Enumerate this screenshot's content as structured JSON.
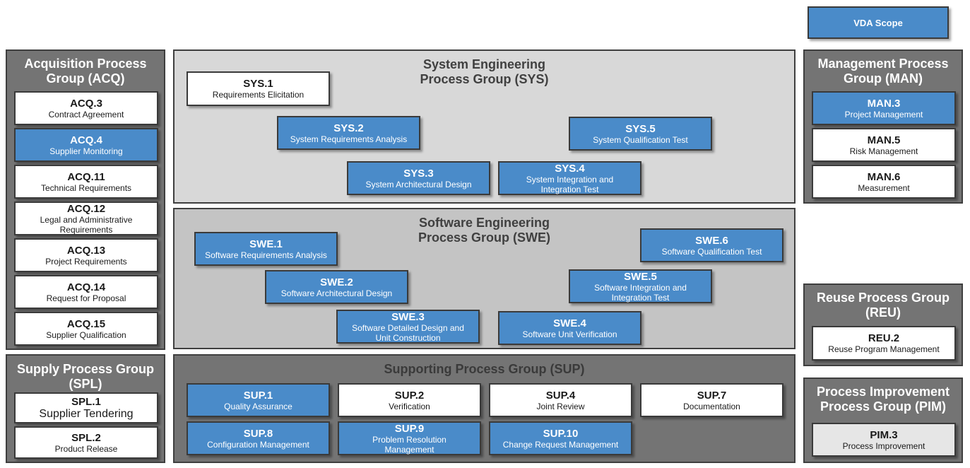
{
  "vda_scope": "VDA Scope",
  "groups": {
    "acq": {
      "title": "Acquisition Process\nGroup (ACQ)",
      "items": [
        {
          "id": "ACQ.3",
          "name": "Contract Agreement",
          "color": "white"
        },
        {
          "id": "ACQ.4",
          "name": "Supplier Monitoring",
          "color": "blue"
        },
        {
          "id": "ACQ.11",
          "name": "Technical Requirements",
          "color": "white"
        },
        {
          "id": "ACQ.12",
          "name": "Legal and Administrative\nRequirements",
          "color": "white"
        },
        {
          "id": "ACQ.13",
          "name": "Project Requirements",
          "color": "white"
        },
        {
          "id": "ACQ.14",
          "name": "Request for Proposal",
          "color": "white"
        },
        {
          "id": "ACQ.15",
          "name": "Supplier Qualification",
          "color": "white"
        }
      ]
    },
    "spl": {
      "title": "Supply Process Group\n(SPL)",
      "items": [
        {
          "id": "SPL.1",
          "name": "Supplier Tendering",
          "color": "white"
        },
        {
          "id": "SPL.2",
          "name": "Product Release",
          "color": "white"
        }
      ]
    },
    "sys": {
      "title": "System Engineering\nProcess Group (SYS)",
      "items": [
        {
          "id": "SYS.1",
          "name": "Requirements Elicitation",
          "color": "white"
        },
        {
          "id": "SYS.2",
          "name": "System Requirements Analysis",
          "color": "blue"
        },
        {
          "id": "SYS.3",
          "name": "System Architectural Design",
          "color": "blue"
        },
        {
          "id": "SYS.4",
          "name": "System Integration and\nIntegration Test",
          "color": "blue"
        },
        {
          "id": "SYS.5",
          "name": "System Qualification Test",
          "color": "blue"
        }
      ]
    },
    "swe": {
      "title": "Software Engineering\nProcess Group (SWE)",
      "items": [
        {
          "id": "SWE.1",
          "name": "Software Requirements Analysis",
          "color": "blue"
        },
        {
          "id": "SWE.2",
          "name": "Software Architectural Design",
          "color": "blue"
        },
        {
          "id": "SWE.3",
          "name": "Software Detailed Design and\nUnit Construction",
          "color": "blue"
        },
        {
          "id": "SWE.4",
          "name": "Software Unit Verification",
          "color": "blue"
        },
        {
          "id": "SWE.5",
          "name": "Software Integration and\nIntegration Test",
          "color": "blue"
        },
        {
          "id": "SWE.6",
          "name": "Software Qualification Test",
          "color": "blue"
        }
      ]
    },
    "sup": {
      "title": "Supporting Process Group (SUP)",
      "items": [
        {
          "id": "SUP.1",
          "name": "Quality Assurance",
          "color": "blue"
        },
        {
          "id": "SUP.2",
          "name": "Verification",
          "color": "white"
        },
        {
          "id": "SUP.4",
          "name": "Joint Review",
          "color": "white"
        },
        {
          "id": "SUP.7",
          "name": "Documentation",
          "color": "white"
        },
        {
          "id": "SUP.8",
          "name": "Configuration Management",
          "color": "blue"
        },
        {
          "id": "SUP.9",
          "name": "Problem Resolution\nManagement",
          "color": "blue"
        },
        {
          "id": "SUP.10",
          "name": "Change Request Management",
          "color": "blue"
        }
      ]
    },
    "man": {
      "title": "Management Process\nGroup (MAN)",
      "items": [
        {
          "id": "MAN.3",
          "name": "Project Management",
          "color": "blue"
        },
        {
          "id": "MAN.5",
          "name": "Risk Management",
          "color": "white"
        },
        {
          "id": "MAN.6",
          "name": "Measurement",
          "color": "white"
        }
      ]
    },
    "reu": {
      "title": "Reuse Process Group\n(REU)",
      "items": [
        {
          "id": "REU.2",
          "name": "Reuse Program Management",
          "color": "white"
        }
      ]
    },
    "pim": {
      "title": "Process Improvement\nProcess Group (PIM)",
      "items": [
        {
          "id": "PIM.3",
          "name": "Process Improvement",
          "color": "gray"
        }
      ]
    }
  }
}
